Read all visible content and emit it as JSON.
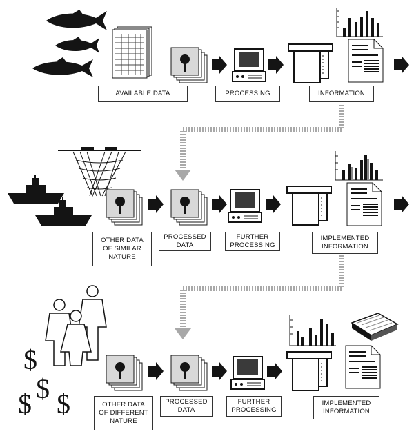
{
  "labels": {
    "available_data": "AVAILABLE DATA",
    "processing": "PROCESSING",
    "information": "INFORMATION",
    "other_data_similar": "OTHER DATA\nOF SIMILAR\nNATURE",
    "processed_data_1": "PROCESSED\nDATA",
    "further_processing_1": "FURTHER\nPROCESSING",
    "implemented_information_1": "IMPLEMENTED\nINFORMATION",
    "other_data_different": "OTHER DATA\nOF DIFFERENT\nNATURE",
    "processed_data_2": "PROCESSED\nDATA",
    "further_processing_2": "FURTHER\nPROCESSING",
    "implemented_information_2": "IMPLEMENTED\nINFORMATION"
  },
  "icons": {
    "fish": "fish-icon",
    "spreadsheet": "spreadsheet-icon",
    "data_cards": "data-cards-icon",
    "computer": "computer-icon",
    "printer": "printer-icon",
    "report": "report-icon",
    "bar_chart": "bar-chart-icon",
    "fishing_net": "fishing-net-icon",
    "boat": "boat-icon",
    "people": "people-icon",
    "dollar": "dollar-icon",
    "book": "book-icon",
    "arrow": "arrow-right-icon",
    "dotted_connector": "dotted-connector-icon"
  },
  "dollar_sign": "$",
  "colors": {
    "ink": "#141414",
    "connector": "#b0b0b0",
    "paper": "#ffffff"
  }
}
